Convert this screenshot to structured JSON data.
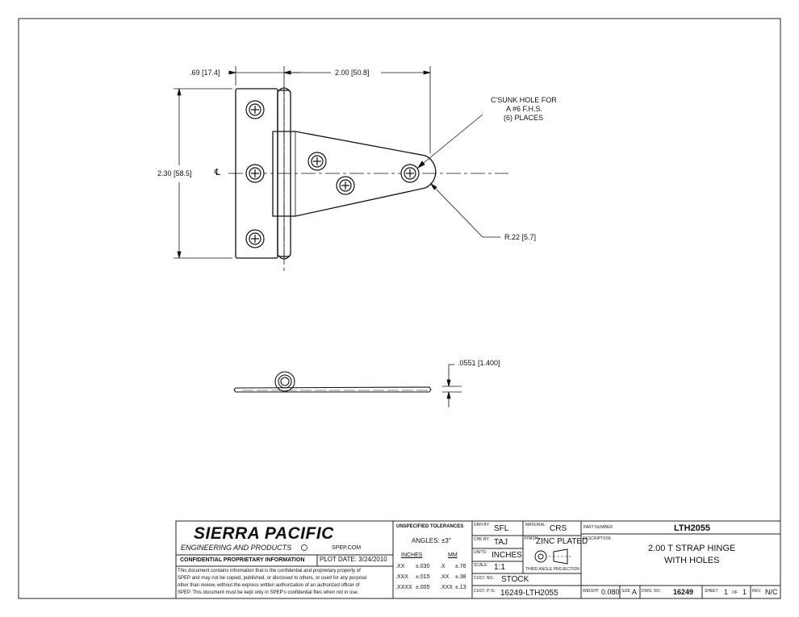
{
  "dimensions": {
    "leaf_width": ".69 [17.4]",
    "strap_length": "2.00 [50.8]",
    "height": "2.30 [58.5]",
    "radius": "R.22 [5.7]",
    "thickness": ".0551 [1.400]",
    "centerline_symbol": "℄"
  },
  "notes": {
    "hole_note": [
      "C'SUNK HOLE FOR",
      "A #6 F.H.S.",
      "(6) PLACES"
    ]
  },
  "title_block": {
    "company": "SIERRA PACIFIC",
    "company_sub": "ENGINEERING AND PRODUCTS",
    "website": "SPEP.COM",
    "confidential": "CONFIDENTIAL PROPRIETARY INFORMATION",
    "plot_date": "PLOT DATE: 3/24/2010",
    "disclaimer": [
      "This document contains information that is the confidential and proprietary property of",
      "SPEP and may not be copied, published, or disclosed to others, or used for any purpose",
      "other than review, without the express written authorization of an authorized officer of",
      "SPEP. This document must be kept only in SPEP's confidential files when not in use."
    ],
    "tolerances_title": "UNSPECIFIED TOLERANCES",
    "angles": "ANGLES: ±3°",
    "inches_head": "INCHES",
    "mm_head": "MM",
    "tol_inches": [
      [
        ".XX",
        "±.030"
      ],
      [
        ".XXX",
        "±.015"
      ],
      [
        ".XXXX",
        "±.005"
      ]
    ],
    "tol_mm": [
      [
        ".X",
        "±.76"
      ],
      [
        ".XX",
        "±.38"
      ],
      [
        ".XXX",
        "±.13"
      ]
    ],
    "drn_by_label": "DRN BY:",
    "drn_by": "SFL",
    "chk_by_label": "CHK BY:",
    "chk_by": "TAJ",
    "units_label": "UNITS:",
    "units": "INCHES",
    "scale_label": "SCALE:",
    "scale": "1:1",
    "material_label": "MATERIAL:",
    "material": "CRS",
    "finish_label": "FINISH:",
    "finish": "ZINC PLATED",
    "projection": "THIRD ANGLE PROJECTION",
    "cust_no_label": "CUST. NO.:",
    "cust_no": "STOCK",
    "cust_pn_label": "CUST. P. N.:",
    "cust_pn": "16249-LTH2055",
    "part_number_label": "PART NUMBER:",
    "part_number": "LTH2055",
    "description_label": "DESCRIPTION:",
    "description": [
      "2.00 T STRAP HINGE",
      "WITH HOLES"
    ],
    "weight_label": "WEIGHT",
    "weight": "0.080",
    "size_label": "SIZE",
    "size": "A",
    "dwg_no_label": "DWG. NO.",
    "dwg_no": "16249",
    "sheet_label": "SHEET",
    "sheet": "1",
    "of_label": "OF",
    "sheet_total": "1",
    "rev_label": "REV.",
    "rev": "N/C"
  }
}
